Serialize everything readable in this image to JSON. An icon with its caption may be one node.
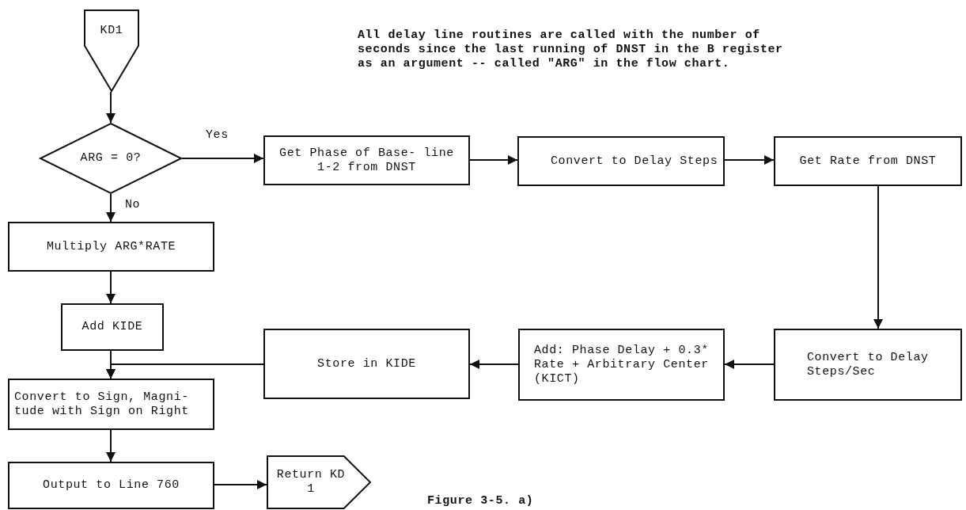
{
  "diagram": {
    "caption": "Figure 3-5. a)",
    "nodes": [
      {
        "text": [
          "KD1"
        ]
      },
      {
        "text": [
          "ARG = 0?"
        ]
      },
      {
        "text": [
          "Get Phase of Base- line 1-2 from DNST"
        ]
      },
      {
        "text": [
          "Convert to Delay Steps"
        ]
      },
      {
        "text": [
          "Get Rate from DNST"
        ]
      },
      {
        "text": [
          "Multiply ARG*RATE"
        ]
      },
      {
        "text": [
          "Add KIDE"
        ]
      },
      {
        "text": [
          "Store in KIDE"
        ]
      },
      {
        "text": [
          "Add: Phase Delay + 0.3* Rate + Arbitrary Center (KICT)"
        ]
      },
      {
        "text": [
          "Convert to Delay Steps/Sec"
        ]
      },
      {
        "text": [
          "Convert to Sign, Magni- tude with Sign on Right"
        ]
      },
      {
        "text": [
          "Output to Line 760"
        ]
      },
      {
        "text": [
          "Return KD 1"
        ]
      }
    ],
    "edges": [
      {
        "from": 0,
        "to": 1,
        "arrow": "to"
      },
      {
        "from": 1,
        "to": 2,
        "arrow": "to",
        "label": "Yes"
      },
      {
        "from": 1,
        "to": 5,
        "arrow": "to",
        "label": "No"
      },
      {
        "from": 2,
        "to": 3,
        "arrow": "to"
      },
      {
        "from": 3,
        "to": 4,
        "arrow": "to"
      },
      {
        "from": 4,
        "to": 9,
        "arrow": "to"
      },
      {
        "from": 9,
        "to": 8,
        "arrow": "to"
      },
      {
        "from": 8,
        "to": 7,
        "arrow": "to"
      },
      {
        "from": 7,
        "to": 10,
        "arrow": "to"
      },
      {
        "from": 5,
        "to": 6,
        "arrow": "to"
      },
      {
        "from": 6,
        "to": 10,
        "arrow": "to"
      },
      {
        "from": 10,
        "to": 11,
        "arrow": "to"
      },
      {
        "from": 11,
        "to": 12,
        "arrow": "to"
      }
    ],
    "labels": [
      "All delay line routines are called with the number of seconds since the last running of DNST in the B register as an argument -- called \"ARG\" in the flow chart."
    ]
  }
}
